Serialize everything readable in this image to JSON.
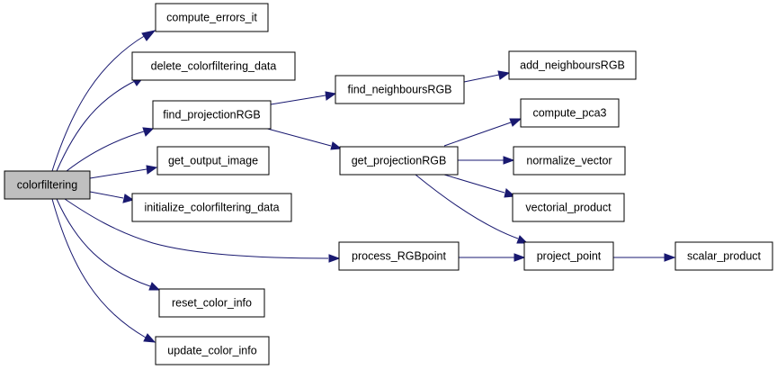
{
  "diagram": {
    "colors": {
      "edge": "#191970",
      "root_fill": "#bfbfbf",
      "node_fill": "#ffffff",
      "node_stroke": "#000000"
    },
    "nodes": {
      "colorfiltering": "colorfiltering",
      "compute_errors_it": "compute_errors_it",
      "delete_colorfiltering_data": "delete_colorfiltering_data",
      "find_projectionRGB": "find_projectionRGB",
      "get_output_image": "get_output_image",
      "initialize_colorfiltering_data": "initialize_colorfiltering_data",
      "reset_color_info": "reset_color_info",
      "update_color_info": "update_color_info",
      "find_neighboursRGB": "find_neighboursRGB",
      "add_neighboursRGB": "add_neighboursRGB",
      "get_projectionRGB": "get_projectionRGB",
      "compute_pca3": "compute_pca3",
      "normalize_vector": "normalize_vector",
      "vectorial_product": "vectorial_product",
      "process_RGBpoint": "process_RGBpoint",
      "project_point": "project_point",
      "scalar_product": "scalar_product"
    },
    "edges": [
      {
        "from": "colorfiltering",
        "to": "compute_errors_it"
      },
      {
        "from": "colorfiltering",
        "to": "delete_colorfiltering_data"
      },
      {
        "from": "colorfiltering",
        "to": "find_projectionRGB"
      },
      {
        "from": "colorfiltering",
        "to": "get_output_image"
      },
      {
        "from": "colorfiltering",
        "to": "initialize_colorfiltering_data"
      },
      {
        "from": "colorfiltering",
        "to": "process_RGBpoint"
      },
      {
        "from": "colorfiltering",
        "to": "reset_color_info"
      },
      {
        "from": "colorfiltering",
        "to": "update_color_info"
      },
      {
        "from": "find_projectionRGB",
        "to": "find_neighboursRGB"
      },
      {
        "from": "find_projectionRGB",
        "to": "get_projectionRGB"
      },
      {
        "from": "find_neighboursRGB",
        "to": "add_neighboursRGB"
      },
      {
        "from": "get_projectionRGB",
        "to": "compute_pca3"
      },
      {
        "from": "get_projectionRGB",
        "to": "normalize_vector"
      },
      {
        "from": "get_projectionRGB",
        "to": "vectorial_product"
      },
      {
        "from": "get_projectionRGB",
        "to": "project_point"
      },
      {
        "from": "process_RGBpoint",
        "to": "project_point"
      },
      {
        "from": "project_point",
        "to": "scalar_product"
      }
    ]
  }
}
